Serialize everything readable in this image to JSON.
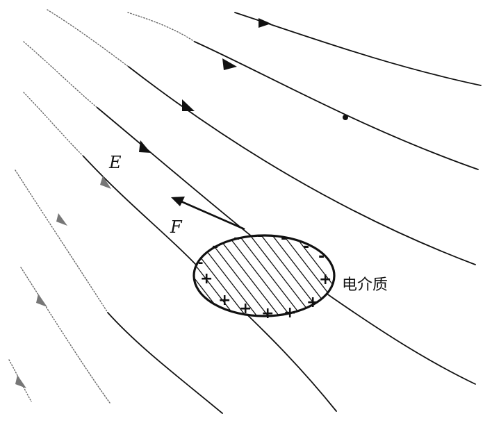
{
  "labels": {
    "field": "E",
    "force": "F",
    "dielectric": "电介质"
  },
  "charges": {
    "negative": "-",
    "positive": "+"
  }
}
